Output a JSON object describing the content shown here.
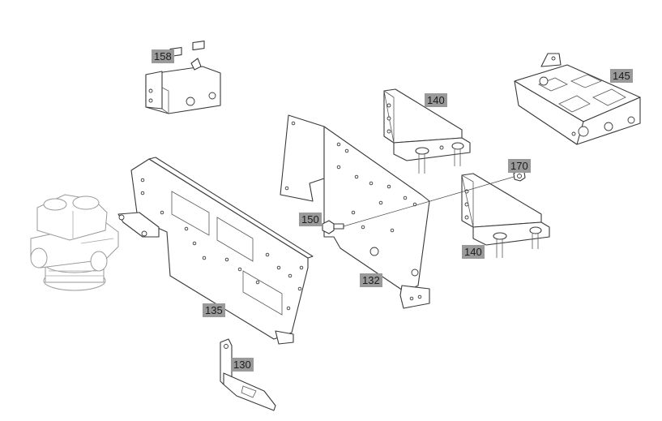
{
  "labels": {
    "p158": "158",
    "p145": "145",
    "p140a": "140",
    "p140b": "140",
    "p170": "170",
    "p150": "150",
    "p132": "132",
    "p135": "135",
    "p130": "130"
  },
  "colors": {
    "label_bg": "#9a9a9a",
    "label_text": "#1c1c1c",
    "line": "#3a3a3a",
    "ghost_line": "#9a9a9a",
    "background": "#ffffff"
  }
}
